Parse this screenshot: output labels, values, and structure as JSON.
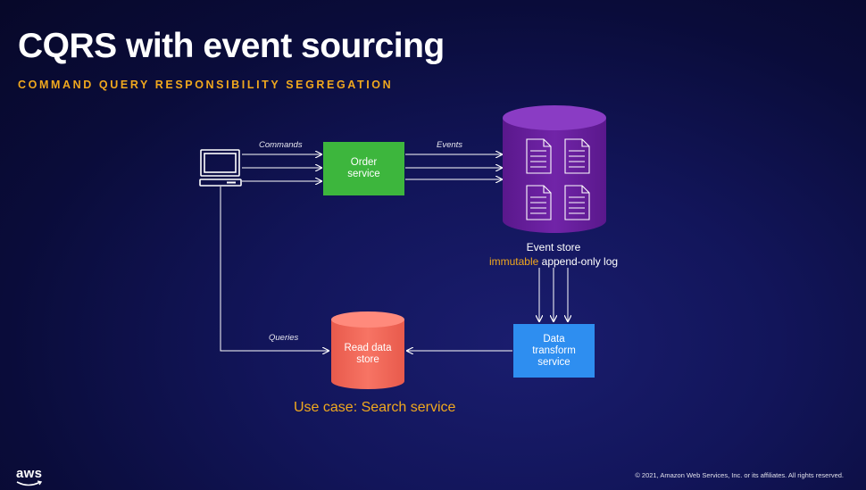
{
  "slide": {
    "title": "CQRS with event sourcing",
    "subtitle": "COMMAND QUERY RESPONSIBILITY SEGREGATION",
    "copyright": "© 2021, Amazon Web Services, Inc. or its affiliates. All rights reserved.",
    "logo_text": "aws"
  },
  "diagram": {
    "edges": {
      "commands": "Commands",
      "events": "Events",
      "queries": "Queries"
    },
    "order_service": {
      "line1": "Order",
      "line2": "service",
      "color": "#3db63d"
    },
    "event_store": {
      "label": "Event store",
      "sub_highlight": "immutable",
      "sub_rest": " append-only log",
      "color": "#6a1fa0"
    },
    "data_transform": {
      "line1": "Data",
      "line2": "transform",
      "line3": "service",
      "color": "#2e8ef0"
    },
    "read_store": {
      "line1": "Read data",
      "line2": "store",
      "color": "#f26b5b"
    },
    "use_case": "Use case: Search service",
    "icons": [
      "laptop-icon",
      "document-icon"
    ],
    "accent_color": "#f0a81e"
  }
}
